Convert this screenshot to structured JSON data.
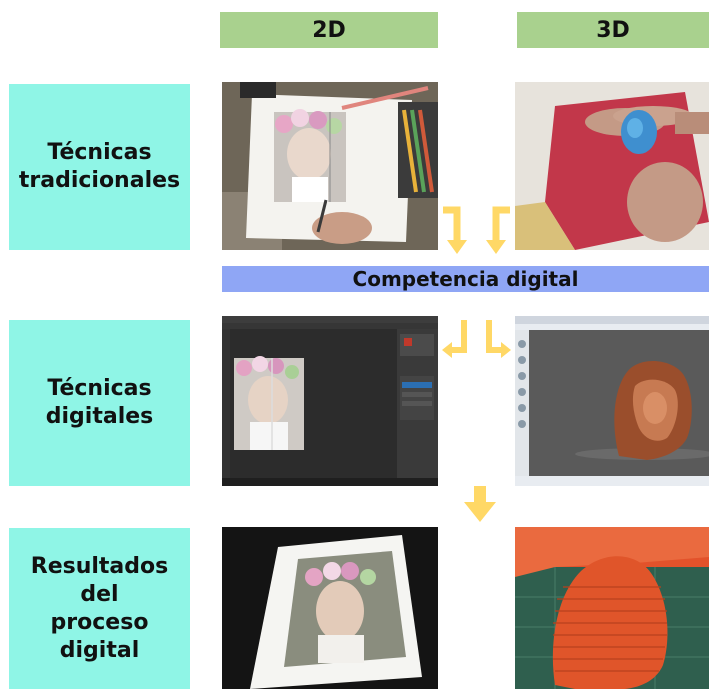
{
  "columns": {
    "left": "2D",
    "right": "3D"
  },
  "rows": {
    "traditional": "Técnicas\ntradicionales",
    "digital": "Técnicas\ndigitales",
    "results": "Resultados\ndel\nproceso\ndigital"
  },
  "bar": {
    "label": "Competencia digital"
  },
  "images": {
    "drawing": "pencil-drawing-photo",
    "clay": "clay-sculpting-photo",
    "photoshop": "photo-editing-software-screenshot",
    "sculpt3d": "3d-modeling-software-screenshot",
    "print": "printed-portrait-photo",
    "printed3d": "3d-printed-head-photo"
  },
  "colors": {
    "header_green": "#a9d18e",
    "label_cyan": "#8ff5e6",
    "bar_blue": "#8fa6f5",
    "arrow_yellow": "#ffd866"
  }
}
